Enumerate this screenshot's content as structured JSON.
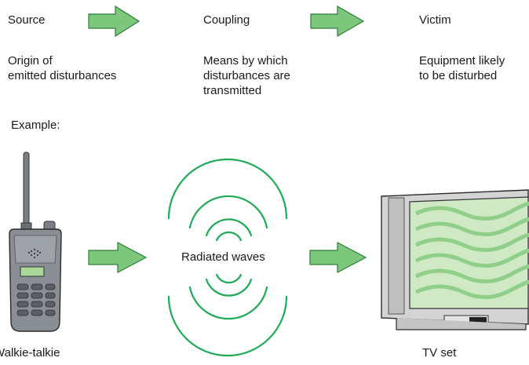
{
  "header": {
    "source": {
      "title": "Source",
      "desc": [
        "Origin of",
        "emitted disturbances"
      ]
    },
    "coupling": {
      "title": "Coupling",
      "desc": [
        "Means by which",
        "disturbances are",
        "transmitted"
      ]
    },
    "victim": {
      "title": "Victim",
      "desc": [
        "Equipment likely",
        "to be disturbed"
      ]
    }
  },
  "example_label": "Example:",
  "example": {
    "source_device": "Walkie-talkie",
    "coupling_label": "Radiated waves",
    "victim_device": "TV set"
  },
  "colors": {
    "arrow_fill": "#7dc77d",
    "arrow_stroke": "#2e7d3a",
    "wave": "#1faa55",
    "screen_bg": "#cfe9c4",
    "screen_wave": "#8fcf8a",
    "device_body": "#8a8f96",
    "tv_frame": "#d4d4d4"
  },
  "icons": [
    "arrow-right-icon",
    "walkie-talkie-icon",
    "radio-waves-icon",
    "tv-set-icon"
  ]
}
